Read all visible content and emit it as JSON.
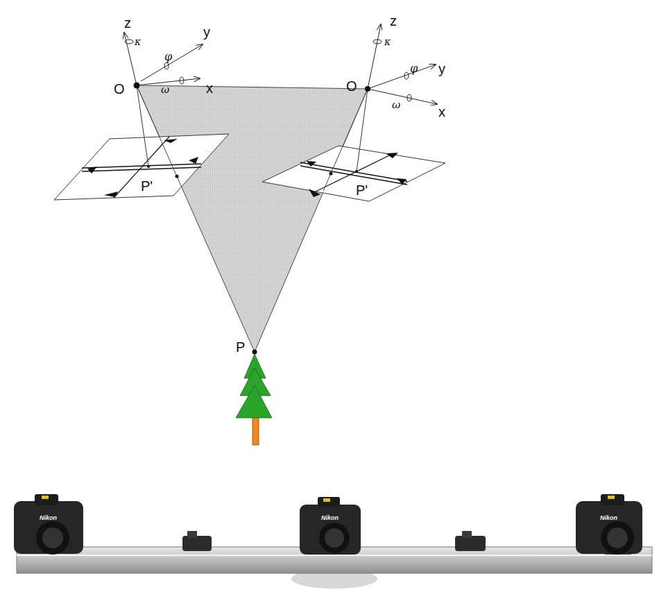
{
  "diagram": {
    "labels": [
      "z",
      "κ",
      "y",
      "φ",
      "O",
      "ω",
      "x",
      "P'",
      "z",
      "κ",
      "y",
      "φ",
      "O",
      "ω",
      "x",
      "P'",
      "P",
      "Nikon",
      "Nikon",
      "Nikon"
    ]
  }
}
